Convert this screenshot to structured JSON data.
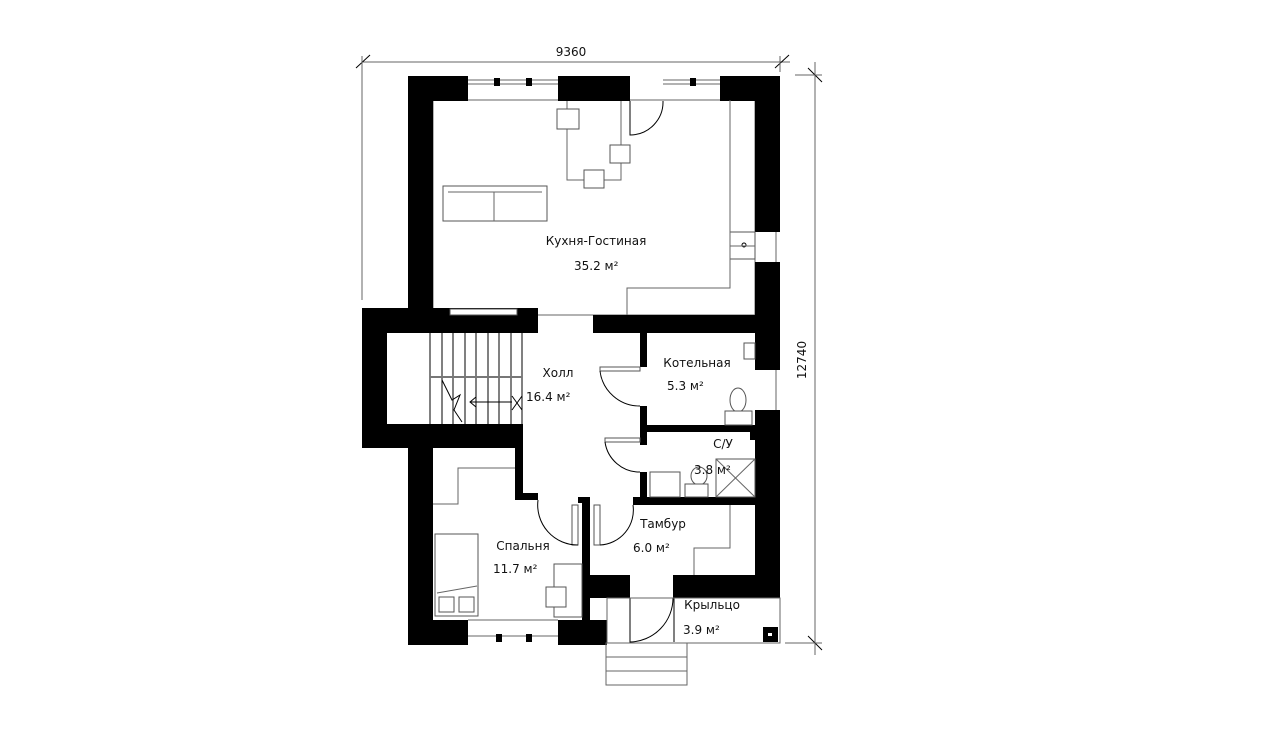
{
  "dimensions": {
    "width_mm": "9360",
    "height_mm": "12740"
  },
  "rooms": [
    {
      "id": "kitchen-living",
      "name": "Кухня-Гостиная",
      "area": "35.2 м²"
    },
    {
      "id": "hall",
      "name": "Холл",
      "area": "16.4 м²"
    },
    {
      "id": "boiler-room",
      "name": "Котельная",
      "area": "5.3 м²"
    },
    {
      "id": "bathroom",
      "name": "С/У",
      "area": "3.8 м²"
    },
    {
      "id": "vestibule",
      "name": "Тамбур",
      "area": "6.0 м²"
    },
    {
      "id": "bedroom",
      "name": "Спальня",
      "area": "11.7 м²"
    },
    {
      "id": "porch",
      "name": "Крыльцо",
      "area": "3.9 м²"
    }
  ]
}
